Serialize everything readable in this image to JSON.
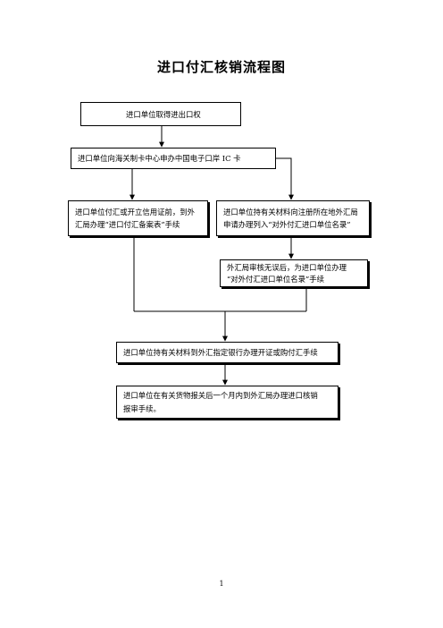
{
  "document": {
    "title": "进口付汇核销流程图",
    "page_number": "1"
  },
  "flowchart": {
    "steps": [
      {
        "id": "b1",
        "text": "进口单位取得进出口权"
      },
      {
        "id": "b2",
        "text": "进口单位向海关制卡中心申办中国电子口岸 IC 卡"
      },
      {
        "id": "b3",
        "lines": [
          "进口单位付汇或开立信用证前，到外",
          "汇局办理“进口付汇备案表”手续"
        ]
      },
      {
        "id": "b4",
        "lines": [
          "进口单位持有关材料向注册所在地外汇局",
          "申请办理列入“对外付汇进口单位名录”"
        ]
      },
      {
        "id": "b5",
        "lines": [
          "外汇局审核无误后，为进口单位办理",
          "“对外付汇进口单位名录”手续"
        ]
      },
      {
        "id": "b6",
        "text": "进口单位持有关材料到外汇指定银行办理开证或购付汇手续"
      },
      {
        "id": "b7",
        "lines": [
          "进口单位在有关货物报关后一个月内到外汇局办理进口核销",
          "报审手续。"
        ]
      }
    ]
  }
}
